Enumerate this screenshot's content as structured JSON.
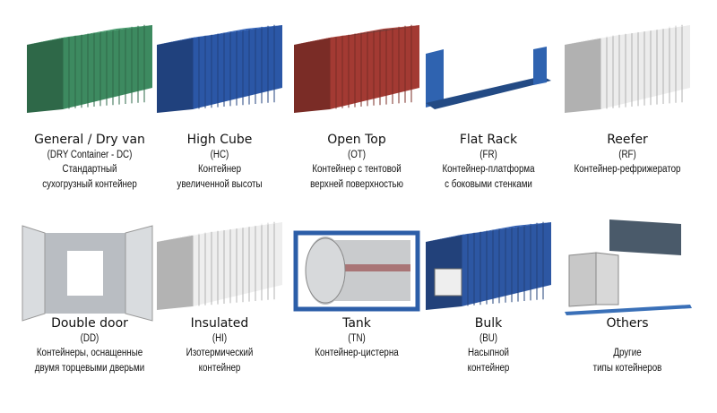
{
  "containers": [
    {
      "title": "General / Dry van",
      "code": "(DRY Container - DC)",
      "desc": [
        "Стандартный",
        "сухогрузный контейнер"
      ],
      "color": "#3d8a60"
    },
    {
      "title": "High Cube",
      "code": "(HC)",
      "desc": [
        "Контейнер",
        "увеличенной высоты"
      ],
      "color": "#2b57a6"
    },
    {
      "title": "Open Top",
      "code": "(OT)",
      "desc": [
        "Контейнер с тентовой",
        "верхней поверхностью"
      ],
      "color": "#a33a33"
    },
    {
      "title": "Flat Rack",
      "code": "(FR)",
      "desc": [
        "Контейнер-платформа",
        "с боковыми стенками"
      ],
      "color": "#2f63b0"
    },
    {
      "title": "Reefer",
      "code": "(RF)",
      "desc": [
        "Контейнер-рефрижератор"
      ],
      "color": "#ececec"
    },
    {
      "title": "Double door",
      "code": "(DD)",
      "desc": [
        "Контейнеры, оснащенные",
        "двумя торцевыми дверьми"
      ],
      "color": "#d9dcdf"
    },
    {
      "title": "Insulated",
      "code": "(HI)",
      "desc": [
        "Изотермический",
        "контейнер"
      ],
      "color": "#eeeeee"
    },
    {
      "title": "Tank",
      "code": "(TN)",
      "desc": [
        "Контейнер-цистерна"
      ],
      "color": "#2c5ea8"
    },
    {
      "title": "Bulk",
      "code": "(BU)",
      "desc": [
        "Насыпной",
        "контейнер"
      ],
      "color": "#2d57a3"
    },
    {
      "title": "Others",
      "code": "",
      "desc": [
        "Другие",
        "типы котейнеров"
      ],
      "color": "#4a5a6a"
    }
  ]
}
